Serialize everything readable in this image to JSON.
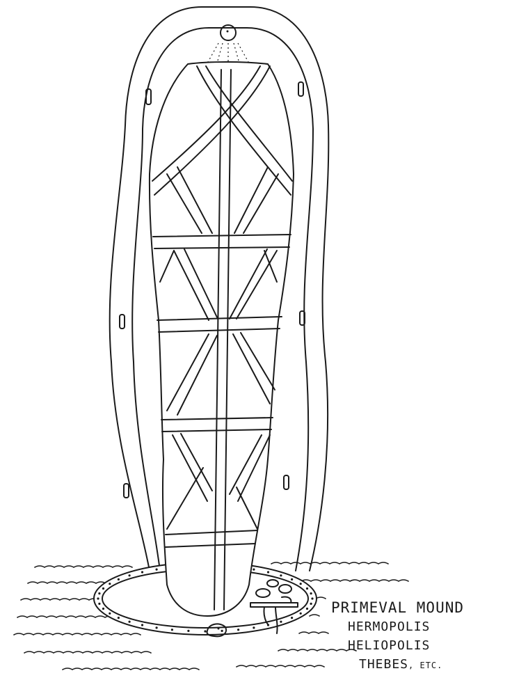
{
  "diagram": {
    "figures": [
      "mummy-figure",
      "outer-envelope",
      "sun-disk",
      "serpent",
      "primeval-waters"
    ],
    "caption": {
      "title": "PRIMEVAL MOUND",
      "places": [
        "HERMOPOLIS",
        "HELIOPOLIS",
        "THEBES"
      ],
      "suffix": ", ETC."
    }
  }
}
